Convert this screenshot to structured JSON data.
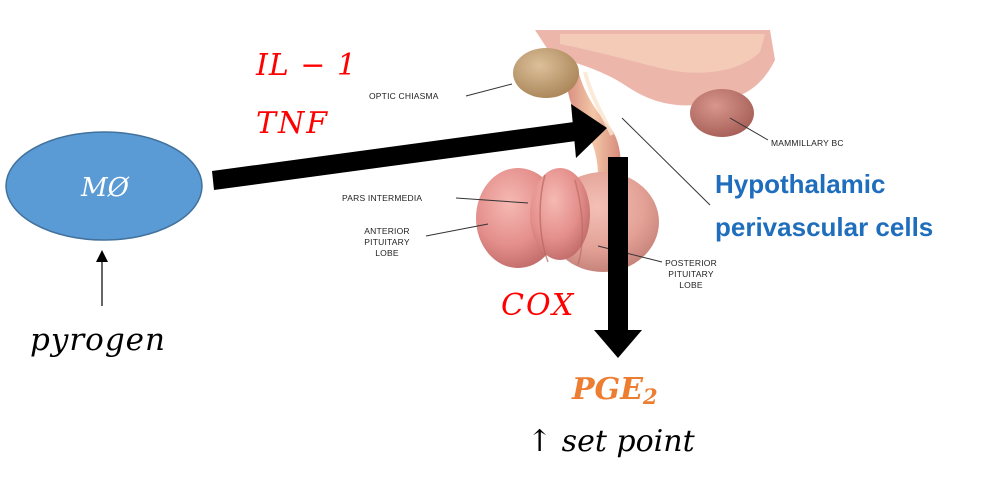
{
  "diagram": {
    "macrophage_label": "MØ",
    "stimulus_label": "pyrogen",
    "cytokine_1": "IL − 1",
    "cytokine_2": "TNF",
    "enzyme_label": "COX",
    "product_label": "PGE",
    "product_subscript": "2",
    "effect_label": "↑ set point",
    "target_label_line1": "Hypothalamic",
    "target_label_line2": "perivascular cells",
    "anatomy": {
      "optic_chiasma": "OPTIC CHIASMA",
      "mammillary_body": "MAMMILLARY BC",
      "pars_intermedia": "PARS INTERMEDIA",
      "anterior_lobe_1": "ANTERIOR",
      "anterior_lobe_2": "PITUITARY",
      "anterior_lobe_3": "LOBE",
      "posterior_lobe_1": "POSTERIOR",
      "posterior_lobe_2": "PITUITARY",
      "posterior_lobe_3": "LOBE"
    },
    "colors": {
      "cytokine_text": "#ff0000",
      "product_text": "#ed7d31",
      "target_text": "#1f6ebd",
      "macrophage_fill": "#5b9bd5",
      "macrophage_stroke": "#41719c",
      "arrow": "#000000"
    }
  }
}
